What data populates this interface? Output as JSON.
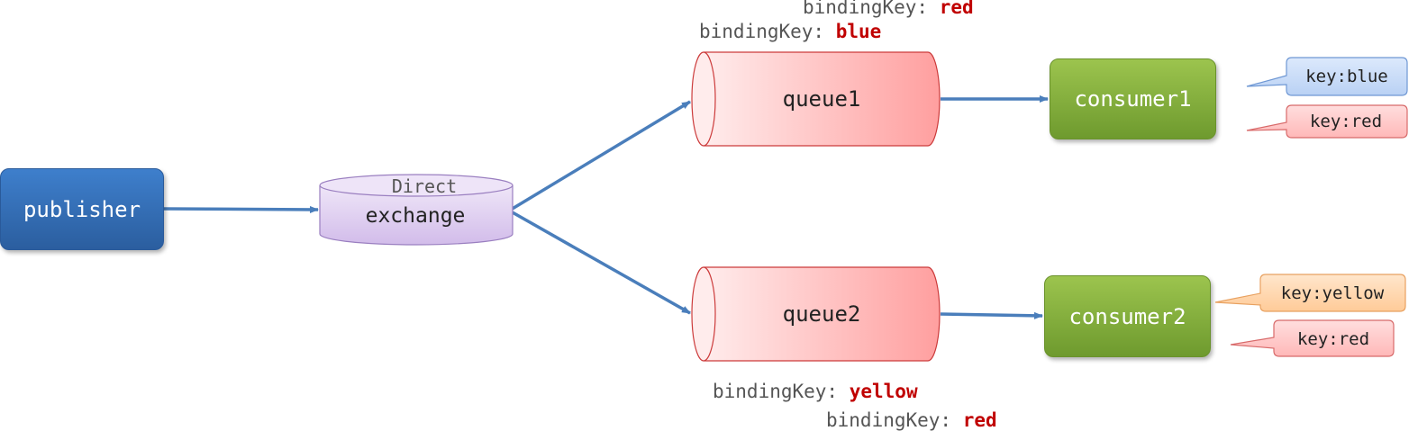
{
  "nodes": {
    "publisher": "publisher",
    "exchange_type": "Direct",
    "exchange": "exchange",
    "queue1": "queue1",
    "queue2": "queue2",
    "consumer1": "consumer1",
    "consumer2": "consumer2"
  },
  "bindings": {
    "label": "bindingKey:",
    "q1_red": "red",
    "q1_blue": "blue",
    "q2_yellow": "yellow",
    "q2_red": "red"
  },
  "messages": {
    "c1_blue": "key:blue",
    "c1_red": "key:red",
    "c2_yellow": "key:yellow",
    "c2_red": "key:red"
  },
  "colors": {
    "arrow": "#4a7ebb",
    "publisher": "#3a75bd",
    "exchange": "#d9c7ec",
    "queue": "#ffb3b3",
    "consumer": "#86b43e",
    "key_value": "#c00000",
    "bubble_blue": "#c9dbf7",
    "bubble_red": "#ffc4c4",
    "bubble_orange": "#ffd7ad"
  }
}
